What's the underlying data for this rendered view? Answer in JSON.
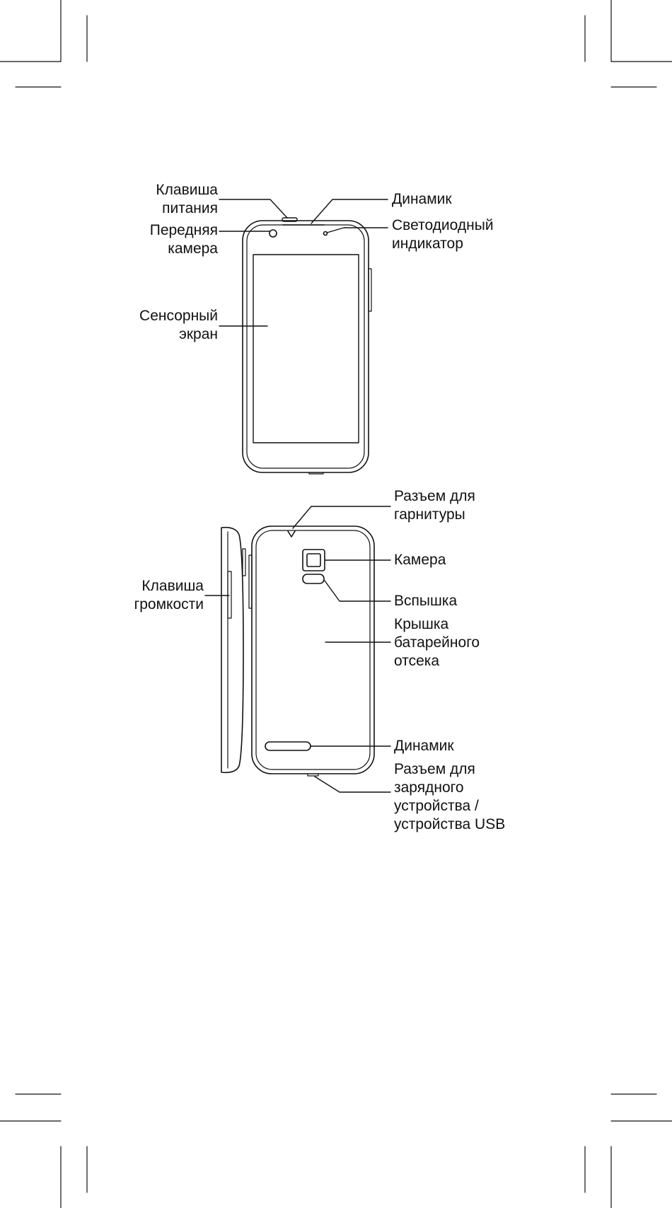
{
  "figure": {
    "front_view": {
      "power_key": [
        "Клавиша",
        "питания"
      ],
      "front_camera": [
        "Передняя",
        "камера"
      ],
      "touch_screen": [
        "Сенсорный",
        "экран"
      ],
      "speaker": [
        "Динамик"
      ],
      "led_indicator": [
        "Светодиодный",
        "индикатор"
      ]
    },
    "back_view": {
      "headset_jack": [
        "Разъем для",
        "гарнитуры"
      ],
      "camera": [
        "Камера"
      ],
      "flash": [
        "Вспышка"
      ],
      "battery_cover": [
        "Крышка",
        "батарейного",
        "отсека"
      ],
      "speaker": [
        "Динамик"
      ],
      "charger_usb_jack": [
        "Разъем для",
        "зарядного",
        "устройства /",
        "устройства USB"
      ]
    },
    "side_view": {
      "volume_key": [
        "Клавиша",
        "громкости"
      ]
    }
  },
  "colors": {
    "line": "#111111",
    "background": "#ffffff"
  }
}
